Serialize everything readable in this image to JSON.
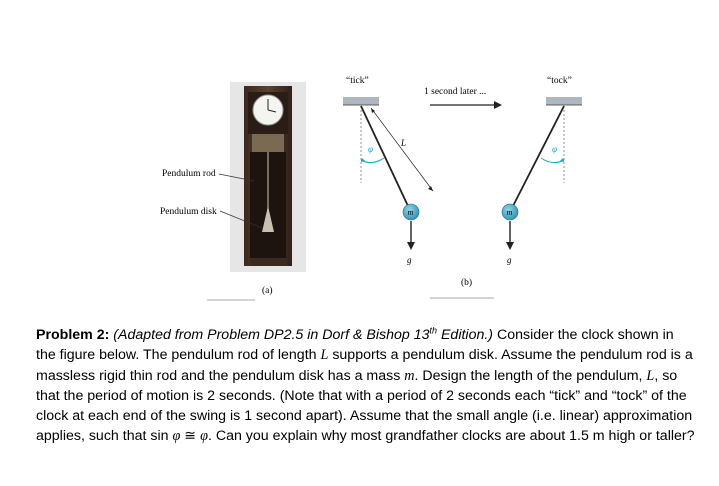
{
  "figure": {
    "label_rod": "Pendulum rod",
    "label_disk": "Pendulum disk",
    "caption_a": "(a)",
    "caption_b": "(b)",
    "tick": "“tick”",
    "tock": "“tock”",
    "later": "1 second later ...",
    "L": "L",
    "phi": "φ",
    "m": "m",
    "g": "g"
  },
  "problem": {
    "heading": "Problem 2:",
    "source_pre": "(Adapted from Problem DP2.5 in Dorf & Bishop 13",
    "source_sup": "th",
    "source_post": " Edition.)",
    "s1": " Consider the clock shown in the figure below.  The pendulum rod of length ",
    "L": "L",
    "s2": " supports a pendulum disk.  Assume the pendulum rod is a massless rigid thin rod and the pendulum disk has a mass ",
    "m": "m",
    "s3": ".  Design the length of the pendulum, ",
    "s4": ", so that the period of motion is 2 seconds.  (Note that with a period of 2 seconds each “tick” and “tock” of the clock at each end of the swing is 1 second apart).  Assume that the small angle (i.e. linear) approximation applies, such that sin ",
    "phi": "φ",
    "approx": " ≅ ",
    "s5": ".  Can you explain why most grandfather clocks are about 1.5 m high or taller?"
  }
}
